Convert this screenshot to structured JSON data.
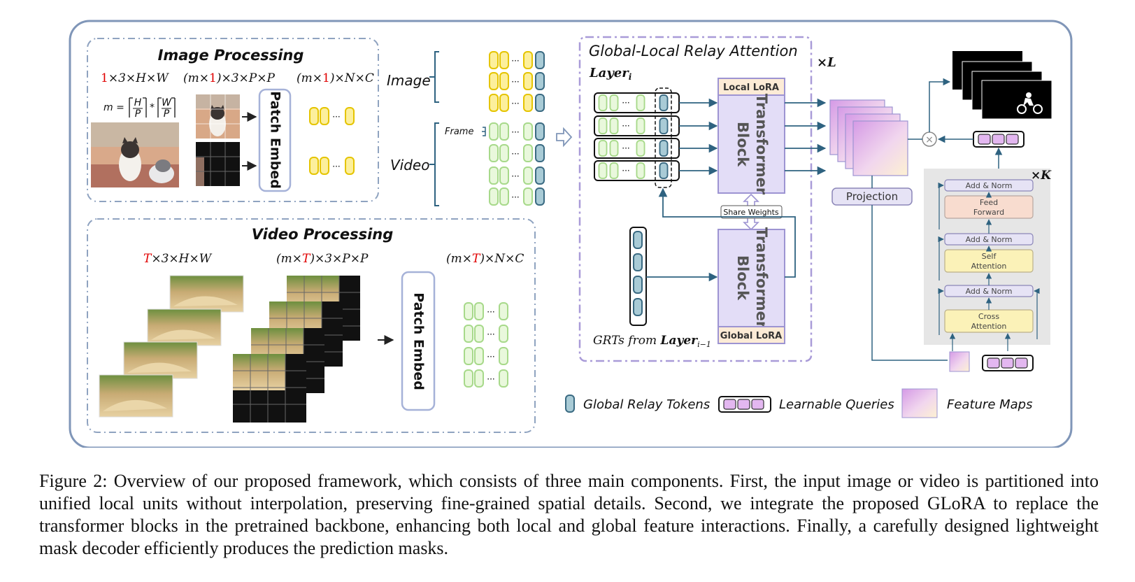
{
  "figure": {
    "image_panel": {
      "title": "Image Processing",
      "dim1_pre": "",
      "dim1_red": "1",
      "dim1_post": "×3×H×W",
      "dim2_pre": "(m×",
      "dim2_red": "1",
      "dim2_post": ")×3×P×P",
      "dim3_pre": "(m×",
      "dim3_red": "1",
      "dim3_post": ")×N×C",
      "formula_m": "m =",
      "formula_h": "H",
      "formula_p1": "P",
      "formula_star": "*",
      "formula_w": "W",
      "formula_p2": "P",
      "patch_embed": "Patch Embed"
    },
    "video_panel": {
      "title": "Video Processing",
      "dim1_pre": "",
      "dim1_red": "T",
      "dim1_post": "×3×H×W",
      "dim2_pre": "(m×",
      "dim2_red": "T",
      "dim2_post": ")×3×P×P",
      "dim3_pre": "(m×",
      "dim3_red": "T",
      "dim3_post": ")×N×C",
      "patch_embed": "Patch Embed"
    },
    "token_labels": {
      "image": "Image",
      "video": "Video",
      "frame": "Frame"
    },
    "glra": {
      "title": "Global-Local Relay Attention",
      "repeat": "×L",
      "layer_label": "Layer",
      "layer_sub": "i",
      "local_lora": "Local LoRA",
      "global_lora": "Global LoRA",
      "transformer_line1": "Transformer",
      "transformer_line2": "Block",
      "share_weights": "Share Weights",
      "grts_prefix": "GRTs from ",
      "grts_layer": "Layer",
      "grts_sub": "i−1"
    },
    "decoder": {
      "projection": "Projection",
      "repeat": "×K",
      "add_norm": "Add & Norm",
      "feed_forward_1": "Feed",
      "feed_forward_2": "Forward",
      "self_attention_1": "Self",
      "self_attention_2": "Attention",
      "cross_attention_1": "Cross",
      "cross_attention_2": "Attention",
      "multiply": "×"
    },
    "legend": {
      "grt": "Global Relay Tokens",
      "queries": "Learnable Queries",
      "feature_maps": "Feature Maps"
    }
  },
  "caption": "Figure 2: Overview of our proposed framework, which consists of three main components. First, the input image or video is partitioned into unified local units without interpolation, preserving fine-grained spatial details. Second, we integrate the proposed GLoRA to replace the transformer blocks in the pretrained backbone, enhancing both local and global feature interactions. Finally, a carefully designed lightweight mask decoder efficiently produces the prediction masks.",
  "colors": {
    "yellow_token_fill": "#fcef9c",
    "yellow_token_stroke": "#e5c400",
    "green_token_fill": "#e9f8dc",
    "green_token_stroke": "#a7d98a",
    "blue_token_fill": "#a9cbd6",
    "blue_token_stroke": "#3a6a82",
    "purple_block": "#e3ddf7",
    "purple_stroke": "#9d94d2",
    "lora_fill": "#fcebd6",
    "red_text": "#e00000",
    "frame_border": "#8096b8",
    "arrow": "#2e6280"
  }
}
